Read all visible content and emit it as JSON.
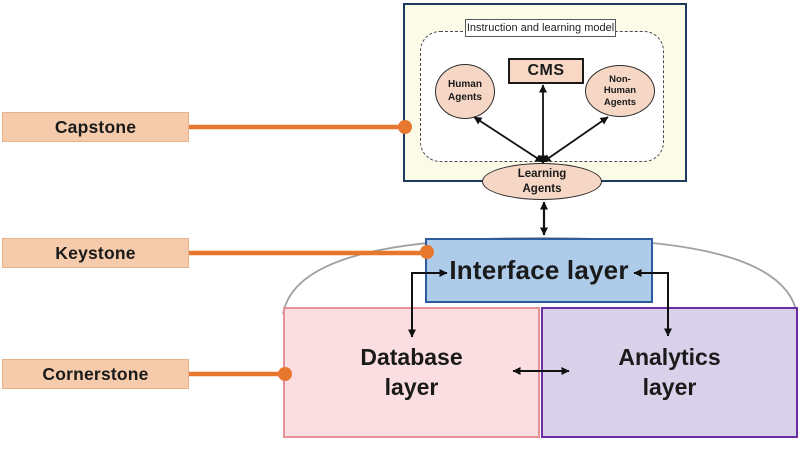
{
  "left_labels": {
    "capstone": "Capstone",
    "keystone": "Keystone",
    "cornerstone": "Cornerstone"
  },
  "model_box": {
    "title": "Instruction and learning model",
    "cms_label": "CMS",
    "human_agents": "Human\nAgents",
    "non_human_agents": "Non-\nHuman\nAgents",
    "learning_agents": "Learning\nAgents"
  },
  "layer_boxes": {
    "interface": "Interface layer",
    "database": "Database\nlayer",
    "analytics": "Analytics\nlayer"
  },
  "colors": {
    "orange_accent": "#e8772e",
    "peach_label_fill": "#f6cbab",
    "cream_fill": "#fcfbe8",
    "navy_border": "#1f3a5f",
    "cms_fill": "#f8d8c4",
    "agent_ellipse_fill": "#f6d7c6",
    "interface_fill": "#aecbea",
    "interface_border": "#2c5c9e",
    "database_fill": "#fbdee1",
    "database_border": "#e8909a",
    "analytics_fill": "#d9d0ea",
    "analytics_border": "#6a2fa0",
    "arc_gray": "#a0a0a0",
    "arrow_black": "#111111"
  }
}
